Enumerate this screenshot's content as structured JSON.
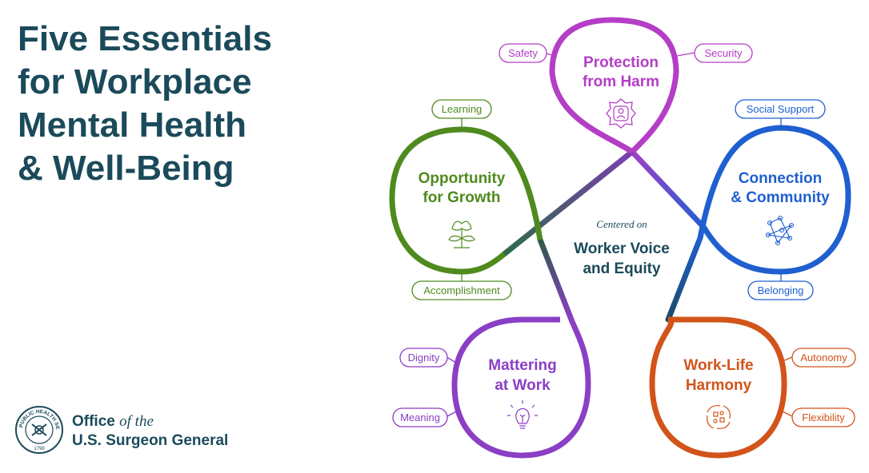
{
  "headline": {
    "line1": "Five Essentials",
    "line2": "for Workplace",
    "line3": "Mental Health",
    "line4": "& Well-Being",
    "color": "#1b4a5a"
  },
  "logo": {
    "office": "Office",
    "of_the": "of the",
    "surgeon_general": "U.S. Surgeon General",
    "seal_text": "PUBLIC HEALTH SERVICE",
    "seal_year": "1798"
  },
  "center": {
    "label": "Centered on",
    "title_line1": "Worker Voice",
    "title_line2": "and Equity"
  },
  "essentials": {
    "protection": {
      "title_line1": "Protection",
      "title_line2": "from Harm",
      "tags": [
        "Safety",
        "Security"
      ],
      "icon": "person-shield-icon",
      "color": "#b43ec6"
    },
    "connection": {
      "title_line1": "Connection",
      "title_line2": "& Community",
      "tags": [
        "Social Support",
        "Belonging"
      ],
      "icon": "network-icon",
      "color": "#1f5fd0"
    },
    "worklife": {
      "title_line1": "Work-Life",
      "title_line2": "Harmony",
      "tags": [
        "Autonomy",
        "Flexibility"
      ],
      "icon": "swirl-icon",
      "color": "#d2541a"
    },
    "mattering": {
      "title_line1": "Mattering",
      "title_line2": "at Work",
      "tags": [
        "Dignity",
        "Meaning"
      ],
      "icon": "lightbulb-icon",
      "color": "#8a3fc4"
    },
    "growth": {
      "title_line1": "Opportunity",
      "title_line2": "for Growth",
      "tags": [
        "Learning",
        "Accomplishment"
      ],
      "icon": "flower-icon",
      "color": "#4f8a1e"
    }
  }
}
